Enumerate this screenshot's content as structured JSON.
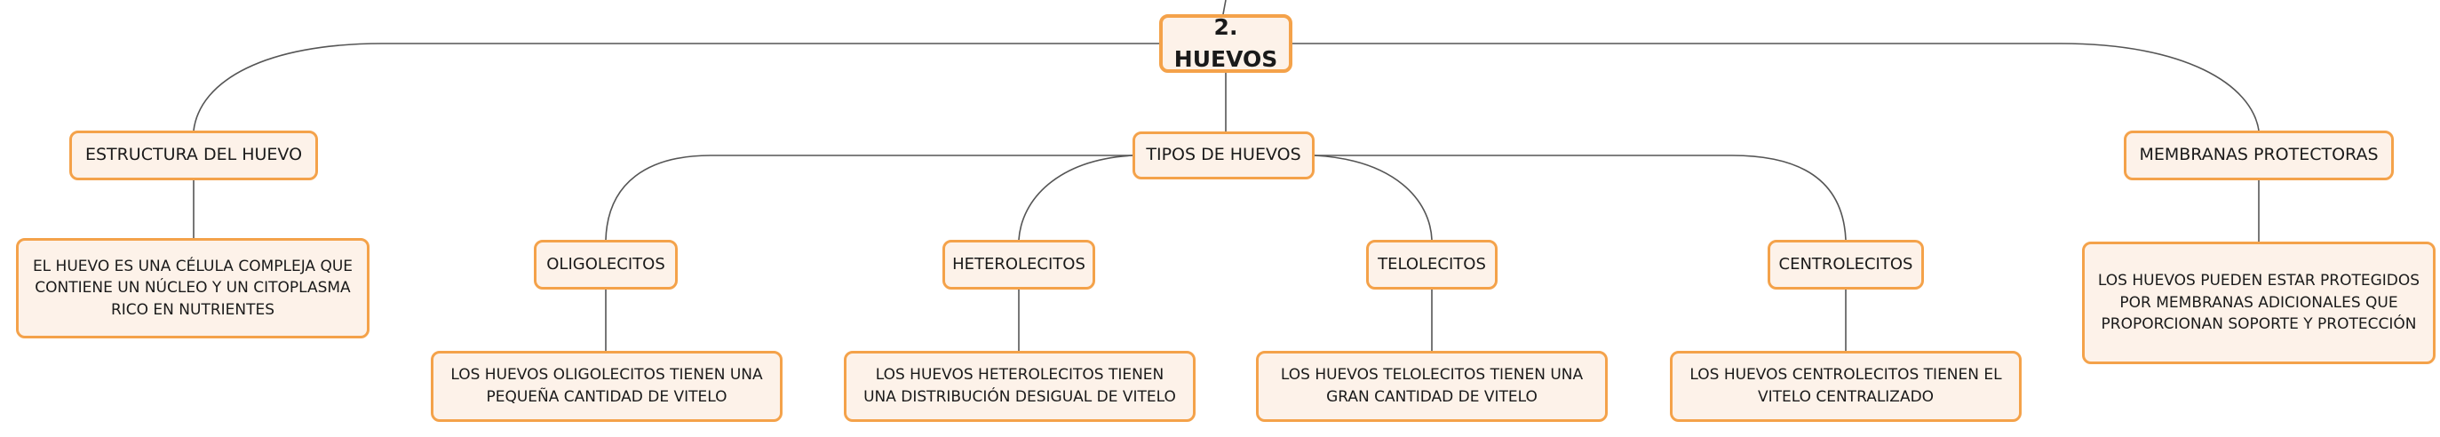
{
  "root": {
    "label": "2. HUEVOS"
  },
  "structure": {
    "label": "ESTRUCTURA DEL HUEVO",
    "desc": "EL HUEVO ES UNA CÉLULA COMPLEJA QUE CONTIENE UN NÚCLEO Y UN CITOPLASMA RICO EN NUTRIENTES"
  },
  "types": {
    "label": "TIPOS DE HUEVOS",
    "items": [
      {
        "label": "OLIGOLECITOS",
        "desc": "LOS HUEVOS OLIGOLECITOS TIENEN UNA PEQUEÑA CANTIDAD DE VITELO"
      },
      {
        "label": "HETEROLECITOS",
        "desc": "LOS HUEVOS HETEROLECITOS TIENEN UNA DISTRIBUCIÓN DESIGUAL DE VITELO"
      },
      {
        "label": "TELOLECITOS",
        "desc": "LOS HUEVOS TELOLECITOS TIENEN UNA GRAN CANTIDAD DE VITELO"
      },
      {
        "label": "CENTROLECITOS",
        "desc": "LOS HUEVOS CENTROLECITOS TIENEN EL VITELO CENTRALIZADO"
      }
    ]
  },
  "membranes": {
    "label": "MEMBRANAS PROTECTORAS",
    "desc": "LOS HUEVOS PUEDEN ESTAR PROTEGIDOS POR MEMBRANAS ADICIONALES QUE PROPORCIONAN SOPORTE Y PROTECCIÓN"
  },
  "colors": {
    "node_border": "#f4a24a",
    "node_fill": "#fdf2e9",
    "connector": "#555555"
  }
}
